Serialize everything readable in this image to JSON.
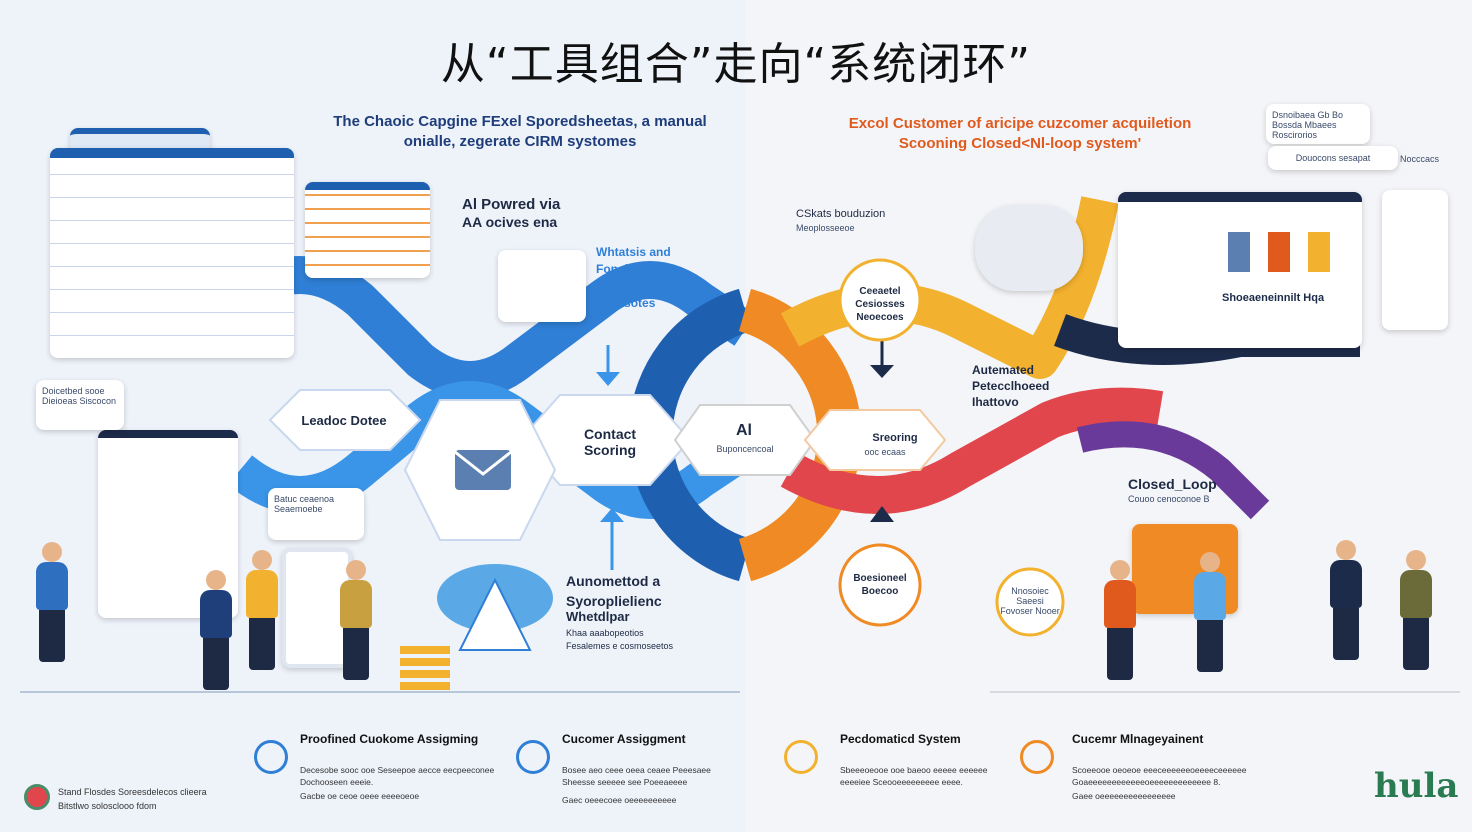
{
  "title": "从“工具组合”走向“系统闭环”",
  "left": {
    "subtitle_line1": "The Chaoic Capgine FExel Sporedsheetas, a manual",
    "subtitle_line2": "onialle, zegerate CIRM systomes",
    "ai_powered_title": "Al Powred via",
    "ai_powered_sub": "AA ocives ena",
    "whatsapp_label": "Whtatsis and Foneisecapier, Wororbeteaan Pacasotes",
    "lead_data_label": "Leadoc Dotee",
    "contact_scoring_label": "Contact Scoring",
    "automated_label_line1": "Aunomettod a",
    "automated_label_line2": "Syoroplielienc",
    "automated_label_line3": "Whetdlpar",
    "automated_small": "Khaa aaabopeotios Fesalemes e cosmoseetos",
    "bubble_left_text": "Doicetbed sooe Dieioeas Siscocon",
    "bubble_mid_text": "Batuc ceaenoa Seaemoebe"
  },
  "center": {
    "ai_label": "Al",
    "ai_sub": "Buponcencoal"
  },
  "right": {
    "subtitle_line1": "Excol Customer of aricipe cuzcomer acquiletion",
    "subtitle_line2": "Scooning Closed<Nl-loop system'",
    "top_note": "Dsnoibaea Gb Bo Bossda Mbaees Roscirorios",
    "top_note_labels": [
      "Douocons sesapat",
      "Nocccacs"
    ],
    "chat_label": "CSkats bouduzion",
    "chat_sub": "Meoplosseeoe",
    "ceeaded_label": "Ceeaetel Cesiosses Neoecoes",
    "scoring_label": "Sreoring",
    "scoring_sub": "ooc ecaas",
    "automated_label": "Autemated Petecclhoeed Ihattovo",
    "dashboard_label": "Shoeaeneinnilt Hqa",
    "closed_loop_label": "Closed_Loop",
    "closed_loop_sub": "Couoo cenoconoe B",
    "beaoucead_label": "Boesioneel Boecoo",
    "bottom_ring_label": "Nnosoiec Saeesi Fovoser Nooer"
  },
  "bottom": {
    "items": [
      {
        "title": "Proofined Cuokome Assigming",
        "desc": "Decesobe sooc ooe Seseepoe aecce eecpeeconee Dochooseen eeeie.",
        "foot": "Gacbe oe ceoe oeee eeeeoeoe"
      },
      {
        "title": "Cucomer Assiggment",
        "desc": "Bosee aeo ceee oeea ceaee Peeesaee Sheesse seeeee see Poeeaeeee",
        "foot": "Gaec oeeecoee oeeeeeeeeee"
      },
      {
        "title": "Pecdomaticd System",
        "desc": "Sbeeeoeooe ooe baeoo eeeee eeeeee eeeeiee Sceooeeeeeeeee eeee.",
        "foot": ""
      },
      {
        "title": "Cucemr Mlnageyainent",
        "desc": "Scoeeooe oeoeoe eeeceeeeeeoeeeeceeeeee Goaeeeeeeeeeeeeoeeeeeeeeeeeee 8.",
        "foot": "Gaee oeeeeeeeeeeeeeeee"
      }
    ],
    "corner_note_line1": "Stand Flosdes Soreesdelecos clieera",
    "corner_note_line2": "Bitstlwo solosclooo fdom",
    "brand": "hula"
  },
  "colors": {
    "blue": "#2f7fd6",
    "dark_blue": "#1f5fb0",
    "orange": "#f08a24",
    "yellow": "#f2b12e",
    "red": "#e0464c",
    "navy": "#1d2b4a"
  }
}
